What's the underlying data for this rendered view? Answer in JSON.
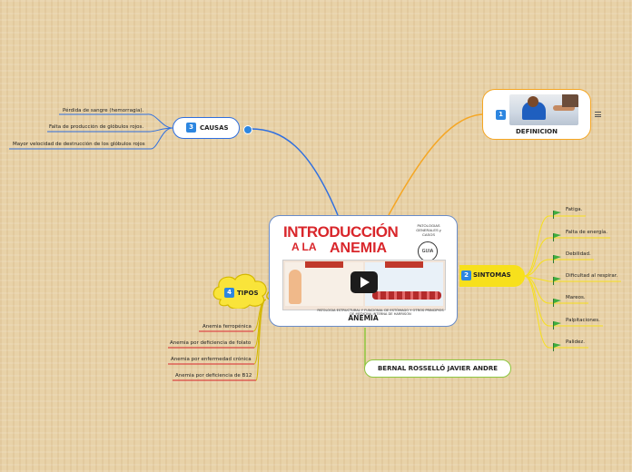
{
  "central": {
    "title": "ANEMIA",
    "poster": {
      "heading_line1": "INTRODUCCIÓN",
      "heading_line2a": "A LA",
      "heading_line2b": "ANEMIA",
      "side_text": "PATOLOGIAS GENERALES y CASOS",
      "badge": "GUIA",
      "footer": "PATOLOGIA ESTRUCTURAL Y FUNCIONAL DE ESTÓMAGO Y OTROS PRINCIPIOS DE MEDICINA INTERNA DE HARRISON"
    }
  },
  "topics": [
    {
      "number": "1",
      "label": "DEFINICION",
      "color": "#f5a623",
      "has_notes_icon": true
    },
    {
      "number": "2",
      "label": "SINTOMAS",
      "color": "#f7e01c",
      "items": [
        "Fatiga.",
        "Falta de energía.",
        "Debilidad.",
        "Dificultad al respirar.",
        "Mareos.",
        "Palpitaciones.",
        "Palidez."
      ]
    },
    {
      "number": "3",
      "label": "CAUSAS",
      "color": "#2f6fe0",
      "items": [
        "Pérdida de sangre (hemorragia).",
        "Falta de producción de glóbulos rojos.",
        "Mayor velocidad de destrucción de los glóbulos rojos"
      ]
    },
    {
      "number": "4",
      "label": "TIPOS",
      "color": "#f9e43a",
      "items": [
        "Anemia ferropénica",
        "Anemia por deficiencia de folato",
        "Anemia por enfermedad crónica",
        "Anemia por deficiencia de B12"
      ]
    },
    {
      "label": "BERNAL ROSSELLÓ JAVIER ANDRE",
      "color": "#8dc63f"
    }
  ],
  "icons": {
    "notes": "notes-icon",
    "flag": "green-flag-icon",
    "link": "link-icon"
  }
}
